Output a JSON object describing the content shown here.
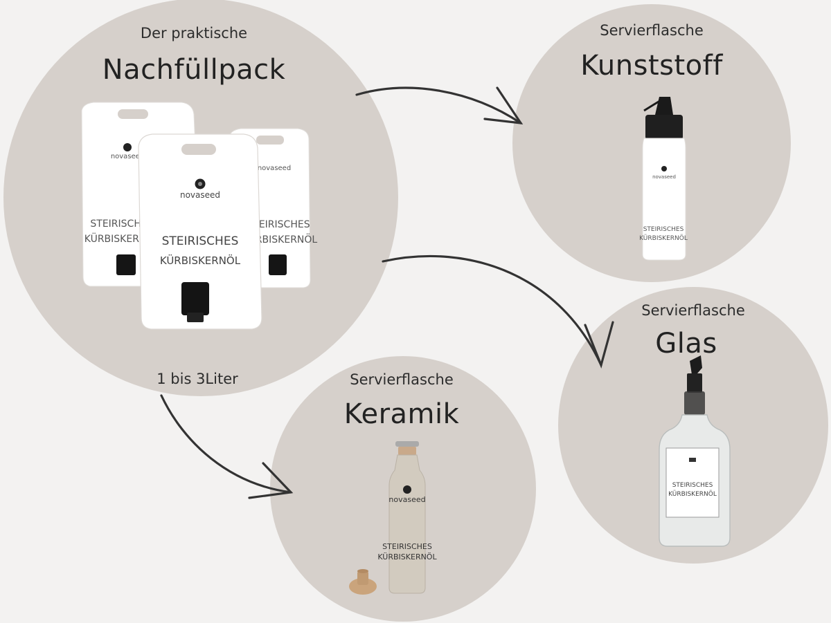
{
  "nodes": {
    "refill": {
      "subtitle": "Der praktische",
      "title": "Nachfüllpack",
      "caption": "1 bis 3Liter",
      "pouch_brand": "novaseed",
      "pouch_label_line1": "STEIRISCHES",
      "pouch_label_line2": "KÜRBISKERNÖL"
    },
    "plastic": {
      "subtitle": "Servierflasche",
      "title": "Kunststoff",
      "bottle_brand": "novaseed",
      "bottle_label_line1": "STEIRISCHES",
      "bottle_label_line2": "KÜRBISKERNÖL"
    },
    "glass": {
      "subtitle": "Servierflasche",
      "title": "Glas",
      "bottle_label_line1": "STEIRISCHES",
      "bottle_label_line2": "KÜRBISKERNÖL"
    },
    "ceramic": {
      "subtitle": "Servierflasche",
      "title": "Keramik",
      "bottle_brand": "novaseed",
      "bottle_label_line1": "STEIRISCHES",
      "bottle_label_line2": "KÜRBISKERNÖL"
    }
  },
  "edges": [
    {
      "from": "refill",
      "to": "plastic"
    },
    {
      "from": "refill",
      "to": "glass"
    },
    {
      "from": "refill",
      "to": "ceramic"
    }
  ],
  "colors": {
    "background": "#f3f2f1",
    "circle": "#d6d0cb",
    "arrow": "#333333",
    "product_white": "#ffffff",
    "ceramic_beige": "#d2cbbf"
  }
}
